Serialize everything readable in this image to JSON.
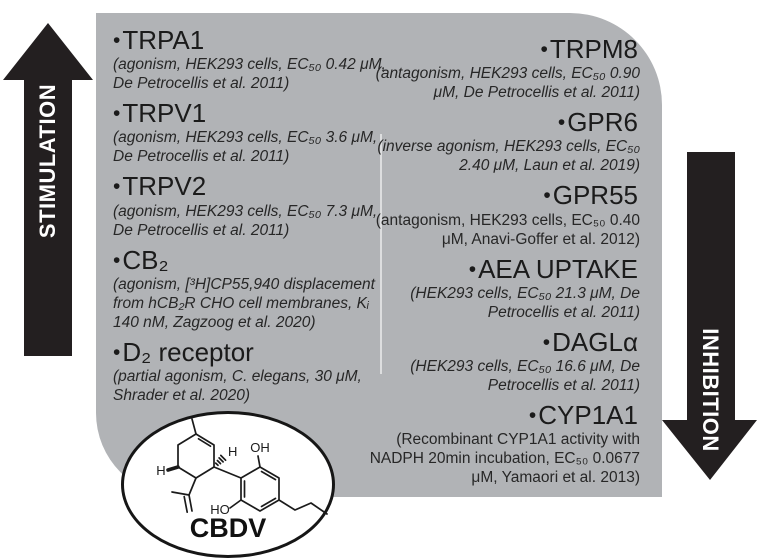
{
  "bullet": "•",
  "colors": {
    "panel_gray": "#b1b3b6",
    "arrow_black": "#231f20",
    "label_white": "#ffffff"
  },
  "arrows": {
    "stimulation_label": "STIMULATION",
    "inhibition_label": "INHIBITION"
  },
  "compound": {
    "name": "CBDV",
    "structure_labels": {
      "h_top": "H",
      "h_left": "H",
      "oh_top": "OH",
      "ho_bottom": "HO"
    }
  },
  "targets": {
    "left": [
      {
        "name": "TRPA1",
        "detail": "(agonism, HEK293 cells, EC₅₀ 0.42 μM, De Petrocellis et al. 2011)"
      },
      {
        "name": "TRPV1",
        "detail": "(agonism, HEK293 cells, EC₅₀ 3.6 μM, De Petrocellis et al. 2011)"
      },
      {
        "name": "TRPV2",
        "detail": "(agonism, HEK293 cells, EC₅₀ 7.3 μM, De Petrocellis et al. 2011)"
      },
      {
        "name": "CB₂",
        "detail": "(agonism, [³H]CP55,940 displacement from hCB₂R CHO cell membranes, Kᵢ 140 nM, Zagzoog et al. 2020)"
      },
      {
        "name": "D₂ receptor",
        "detail": "(partial agonism, C. elegans, 30 μM, Shrader et al. 2020)"
      }
    ],
    "right": [
      {
        "name": "TRPM8",
        "detail": "(antagonism, HEK293 cells, EC₅₀ 0.90 μM, De Petrocellis et al. 2011)"
      },
      {
        "name": "GPR6",
        "detail": "(inverse agonism, HEK293 cells, EC₅₀ 2.40 μM, Laun et al. 2019)"
      },
      {
        "name": "GPR55",
        "detail": "(antagonism, HEK293 cells, EC₅₀ 0.40 μM, Anavi-Goffer et al. 2012)"
      },
      {
        "name": "AEA UPTAKE",
        "detail": "(HEK293 cells, EC₅₀ 21.3 μM, De Petrocellis et al. 2011)"
      },
      {
        "name": "DAGLα",
        "detail": "(HEK293 cells, EC₅₀ 16.6 μM, De Petrocellis et al. 2011)"
      },
      {
        "name": "CYP1A1",
        "detail": "(Recombinant CYP1A1 activity with NADPH 20min incubation, EC₅₀ 0.0677 μM, Yamaori et al. 2013)"
      }
    ]
  }
}
